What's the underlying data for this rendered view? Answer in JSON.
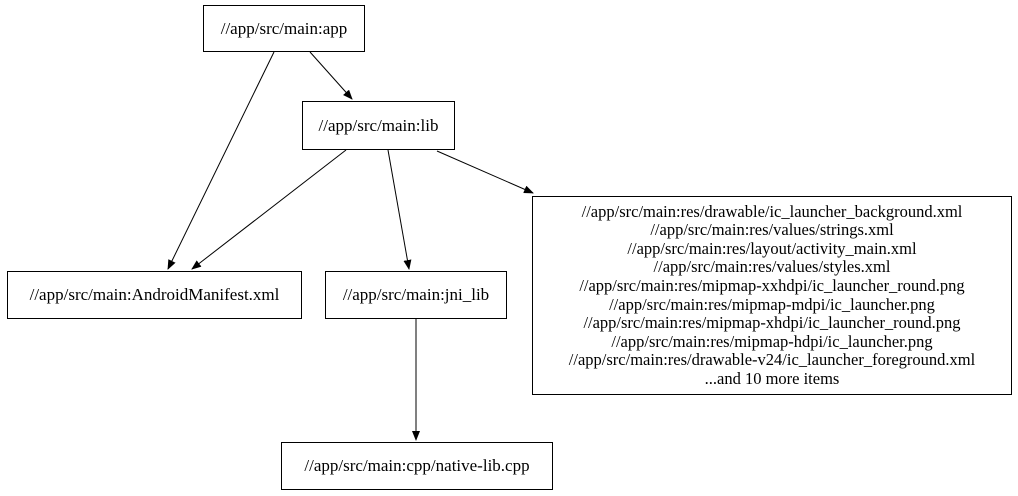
{
  "diagram": {
    "type": "dependency-graph",
    "background_color": "#ffffff",
    "node_border_color": "#000000",
    "edge_color": "#000000",
    "text_color": "#000000"
  },
  "nodes": {
    "app": {
      "label": "//app/src/main:app"
    },
    "lib": {
      "label": "//app/src/main:lib"
    },
    "android_manifest": {
      "label": "//app/src/main:AndroidManifest.xml"
    },
    "jni_lib": {
      "label": "//app/src/main:jni_lib"
    },
    "res_group": {
      "lines": [
        "//app/src/main:res/drawable/ic_launcher_background.xml",
        "//app/src/main:res/values/strings.xml",
        "//app/src/main:res/layout/activity_main.xml",
        "//app/src/main:res/values/styles.xml",
        "//app/src/main:res/mipmap-xxhdpi/ic_launcher_round.png",
        "//app/src/main:res/mipmap-mdpi/ic_launcher.png",
        "//app/src/main:res/mipmap-xhdpi/ic_launcher_round.png",
        "//app/src/main:res/mipmap-hdpi/ic_launcher.png",
        "//app/src/main:res/drawable-v24/ic_launcher_foreground.xml",
        "...and 10 more items"
      ]
    },
    "native_lib": {
      "label": "//app/src/main:cpp/native-lib.cpp"
    }
  },
  "edges": [
    {
      "from": "app",
      "to": "lib"
    },
    {
      "from": "app",
      "to": "android_manifest"
    },
    {
      "from": "lib",
      "to": "android_manifest"
    },
    {
      "from": "lib",
      "to": "jni_lib"
    },
    {
      "from": "lib",
      "to": "res_group"
    },
    {
      "from": "jni_lib",
      "to": "native_lib"
    }
  ]
}
